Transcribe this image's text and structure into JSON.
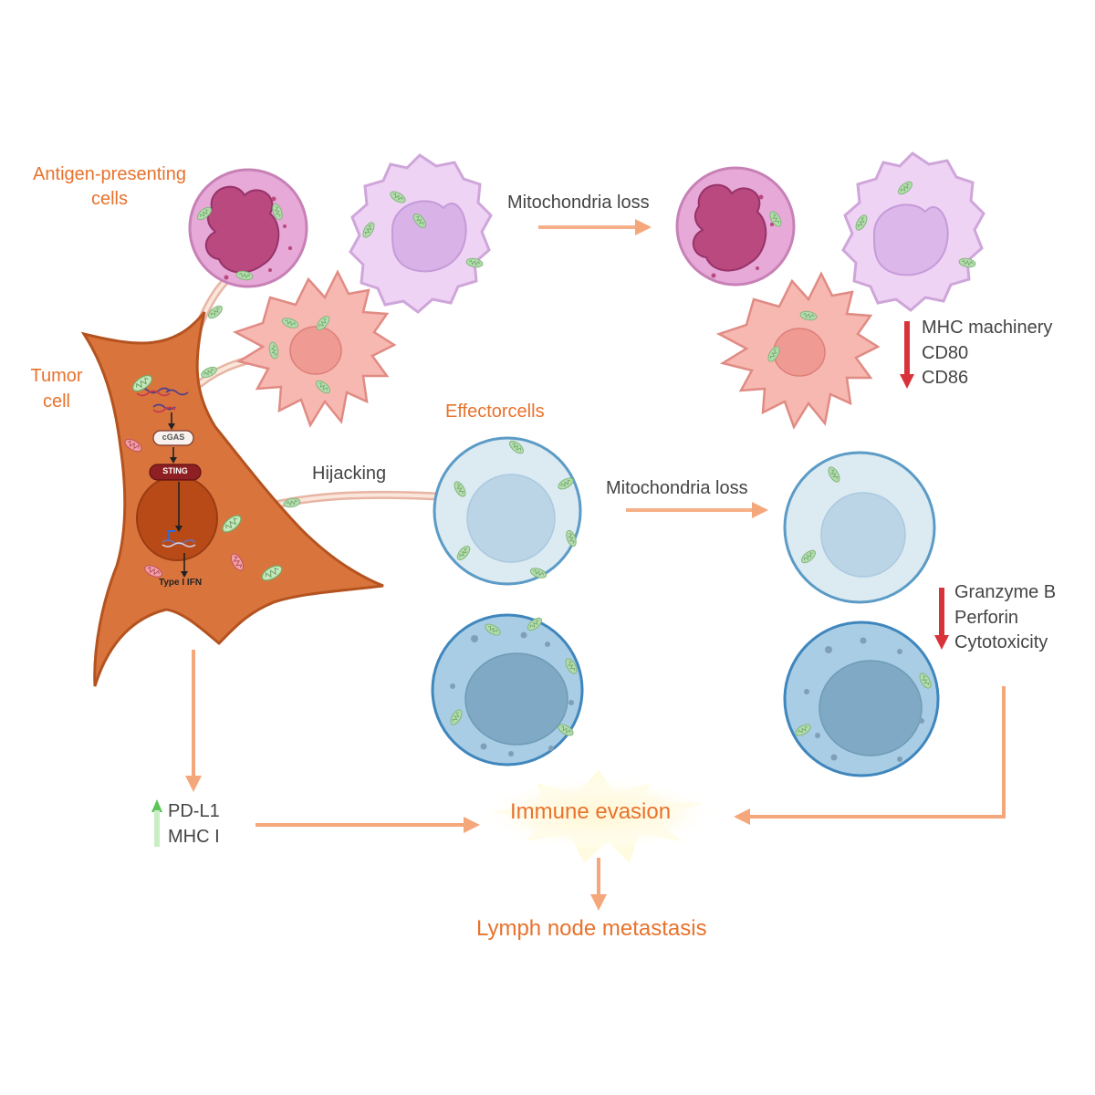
{
  "labels": {
    "apc": [
      "Antigen-presenting",
      "cells"
    ],
    "tumor": [
      "Tumor",
      "cell"
    ],
    "effector": "Effectorcells",
    "hijacking": "Hijacking",
    "mito_loss_top": "Mitochondria loss",
    "mito_loss_mid": "Mitochondria loss",
    "apc_down": [
      "MHC machinery",
      "CD80",
      "CD86"
    ],
    "effector_down": [
      "Granzyme B",
      "Perforin",
      "Cytotoxicity"
    ],
    "tumor_up": [
      "PD-L1",
      "MHC I"
    ],
    "immune_evasion": "Immune evasion",
    "lymph_node": "Lymph node metastasis"
  },
  "pathway": {
    "cgas": "cGAS",
    "sting": "STING",
    "ifn": "Type I IFN"
  },
  "icons": {
    "up_arrow": "green-up-arrow-icon",
    "down_arrows": "red-down-arrow-icon",
    "flow_arrows": "peach-flow-arrow-icon"
  },
  "colors": {
    "label_orange": "#e8722c",
    "text_gray": "#444444",
    "tumor_cell": "#d9743d",
    "neutrophil": "#e7a9d8",
    "macrophage": "#efd3f5",
    "dendritic": "#f6b8b0",
    "t_cell": "#dceaf2",
    "nk_cell": "#a9cde4",
    "mitochondria": "#b5dcaf",
    "flow_arrow": "#f5a77c",
    "down_arrow": "#d8333a",
    "up_arrow": "#5cc45a"
  }
}
